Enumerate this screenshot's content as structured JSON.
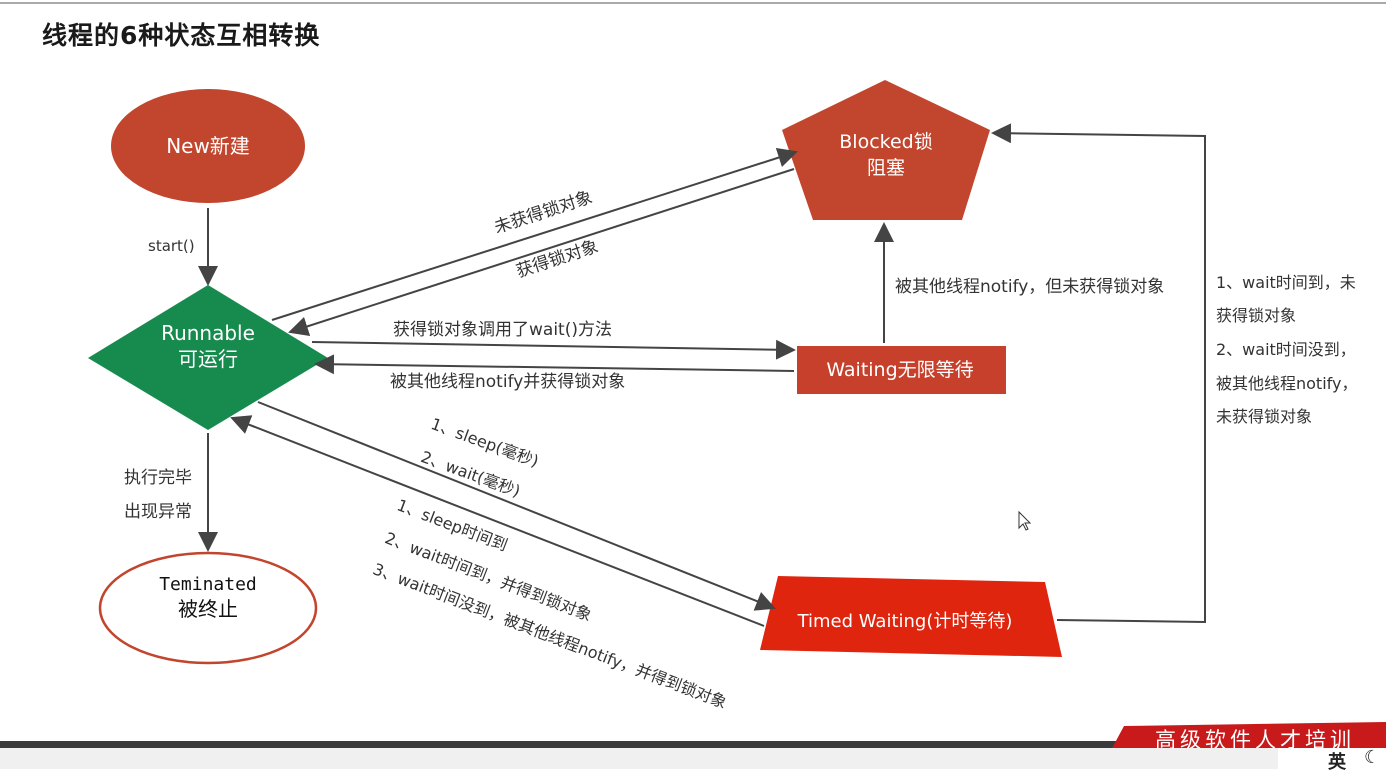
{
  "title": "线程的6种状态互相转换",
  "colors": {
    "new": "#c2452d",
    "runnable": "#178a4e",
    "blocked": "#c2452d",
    "waiting": "#c7402c",
    "timed": "#e0250f",
    "terminated_border": "#c2452d",
    "arrow": "#444444",
    "accent_line": "#d42020"
  },
  "nodes": {
    "new": "New新建",
    "runnable": [
      "Runnable",
      "可运行"
    ],
    "blocked": [
      "Blocked锁",
      "阻塞"
    ],
    "waiting": "Waiting无限等待",
    "timed": "Timed Waiting(计时等待)",
    "terminated": [
      "Teminated",
      "被终止"
    ]
  },
  "edges": {
    "start": "start()",
    "not_get_lock": "未获得锁对象",
    "get_lock": "获得锁对象",
    "call_wait": "获得锁对象调用了wait()方法",
    "notify_get_lock": "被其他线程notify并获得锁对象",
    "notify_no_lock": "被其他线程notify，但未获得锁对象",
    "to_timed": [
      "1、sleep(毫秒)",
      "2、wait(毫秒)"
    ],
    "from_timed": [
      "1、sleep时间到",
      "2、wait时间到，并得到锁对象",
      "3、wait时间没到，被其他线程notify，并得到锁对象"
    ],
    "finish": [
      "执行完毕",
      "出现异常"
    ],
    "timed_to_blocked": [
      "1、wait时间到，未",
      "获得锁对象",
      "2、wait时间没到，",
      "被其他线程notify，",
      "未获得锁对象"
    ]
  },
  "footer": {
    "brand": "高级软件人才培训",
    "ime": "英"
  }
}
